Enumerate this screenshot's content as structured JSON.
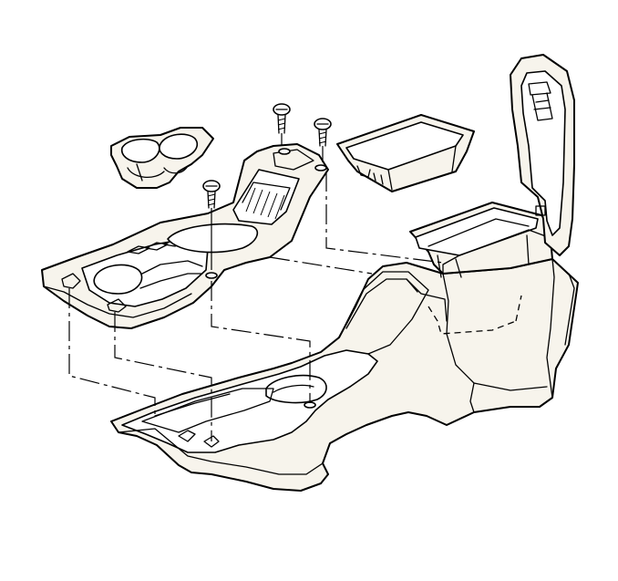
{
  "figure": {
    "ink_color": "#000000",
    "fill_color": "#f7f4ec",
    "background": "#ffffff"
  },
  "parts": {
    "cup_holder_insert": {
      "icon": "cup-holder-insert"
    },
    "storage_tray": {
      "icon": "storage-tray"
    },
    "front_console_trim": {
      "icon": "console-trim-panel"
    },
    "console_base": {
      "icon": "console-base"
    },
    "armrest_lid": {
      "icon": "armrest-lid"
    },
    "screws": {
      "count": 3,
      "icon": "screw-icon"
    }
  }
}
